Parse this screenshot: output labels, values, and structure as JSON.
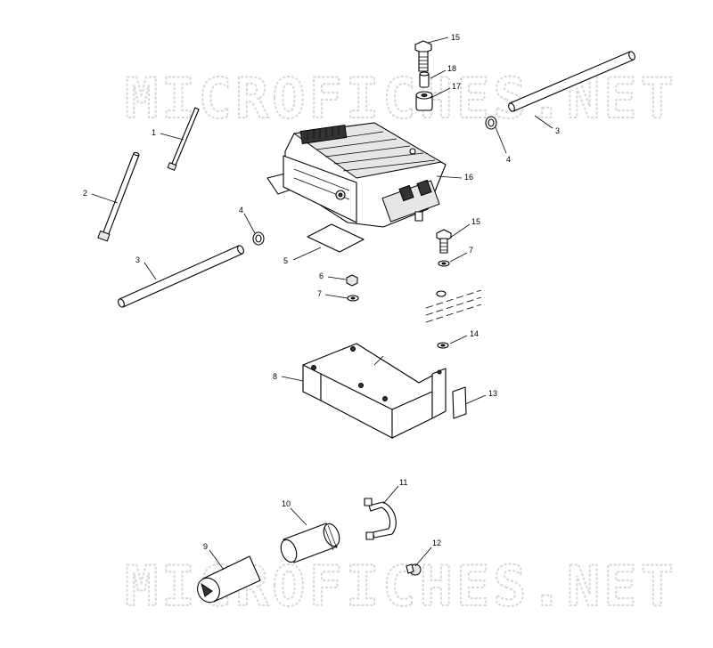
{
  "watermark": {
    "text": "MICROFICHES.NET",
    "color": "#d6d6d6"
  },
  "callouts": [
    {
      "id": "c15a",
      "text": "15"
    },
    {
      "id": "c18",
      "text": "18"
    },
    {
      "id": "c17",
      "text": "17"
    },
    {
      "id": "c3a",
      "text": "3"
    },
    {
      "id": "c4a",
      "text": "4"
    },
    {
      "id": "c1",
      "text": "1"
    },
    {
      "id": "c16",
      "text": "16"
    },
    {
      "id": "c2",
      "text": "2"
    },
    {
      "id": "c4b",
      "text": "4"
    },
    {
      "id": "c15b",
      "text": "15"
    },
    {
      "id": "c7a",
      "text": "7"
    },
    {
      "id": "c5",
      "text": "5"
    },
    {
      "id": "c3b",
      "text": "3"
    },
    {
      "id": "c6",
      "text": "6"
    },
    {
      "id": "c7b",
      "text": "7"
    },
    {
      "id": "c14",
      "text": "14"
    },
    {
      "id": "c8",
      "text": "8"
    },
    {
      "id": "c13",
      "text": "13"
    },
    {
      "id": "c11",
      "text": "11"
    },
    {
      "id": "c10",
      "text": "10"
    },
    {
      "id": "c12",
      "text": "12"
    },
    {
      "id": "c9",
      "text": "9"
    }
  ]
}
